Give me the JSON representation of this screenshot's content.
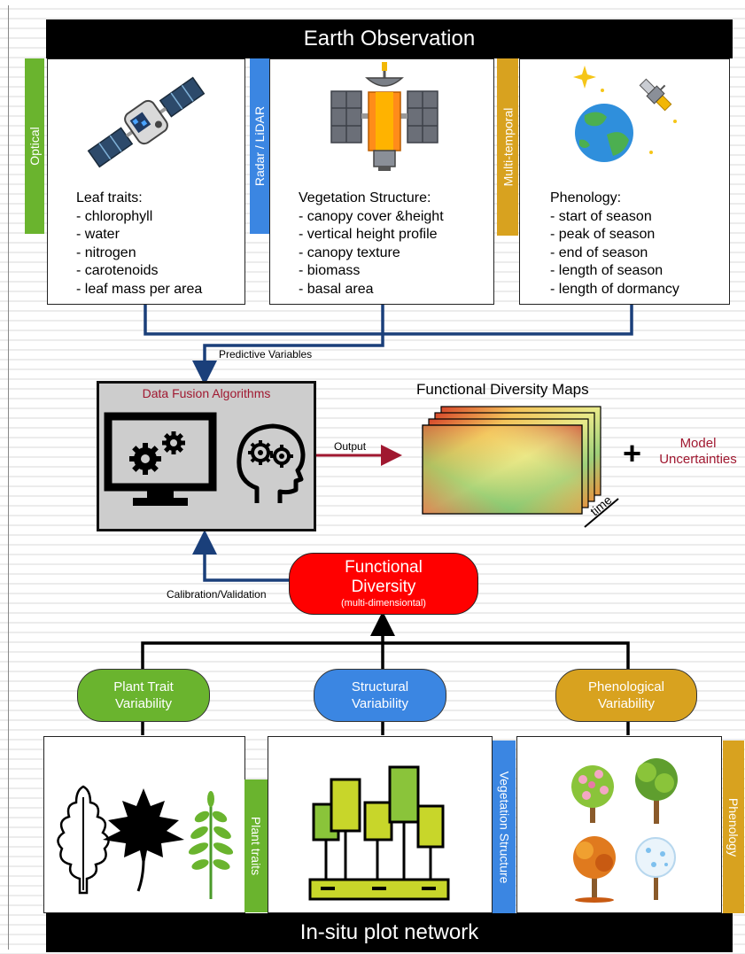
{
  "top_bar": {
    "title": "Earth Observation"
  },
  "panels": [
    {
      "tab": "Optical",
      "heading": "Leaf traits:",
      "items": [
        "- chlorophyll",
        "- water",
        "- nitrogen",
        "- carotenoids",
        "- leaf mass per area"
      ]
    },
    {
      "tab": "Radar / LiDAR",
      "heading": "Vegetation Structure:",
      "items": [
        "- canopy cover &height",
        "- vertical height profile",
        "- canopy texture",
        "- biomass",
        "- basal area"
      ]
    },
    {
      "tab": "Multi-temporal",
      "heading": "Phenology:",
      "items": [
        "- start of season",
        "- peak of season",
        "- end of season",
        "- length of season",
        "- length of dormancy"
      ]
    }
  ],
  "arrows": {
    "predictive": "Predictive Variables",
    "output": "Output",
    "calibration": "Calibration/Validation"
  },
  "fusion": {
    "title": "Data Fusion Algorithms"
  },
  "maps": {
    "title": "Functional Diversity Maps",
    "time_label": "time"
  },
  "uncertainty": {
    "plus": "+",
    "line1": "Model",
    "line2": "Uncertainties"
  },
  "functional_diversity": {
    "line1": "Functional",
    "line2": "Diversity",
    "sub": "(multi-dimensiontal)"
  },
  "variability": [
    {
      "line1": "Plant Trait",
      "line2": "Variability"
    },
    {
      "line1": "Structural",
      "line2": "Variability"
    },
    {
      "line1": "Phenological",
      "line2": "Variability"
    }
  ],
  "bottom_tabs": [
    "Plant traits",
    "Vegetation Structure",
    "Phenology"
  ],
  "bottom_bar": {
    "title": "In-situ plot network"
  },
  "colors": {
    "green": "#6ab42e",
    "blue": "#3b86e2",
    "gold": "#d8a21f",
    "navy": "#1a3f7a",
    "red": "#ff0000",
    "maroon": "#a01830",
    "fusion_bg": "#cdcdcd"
  }
}
